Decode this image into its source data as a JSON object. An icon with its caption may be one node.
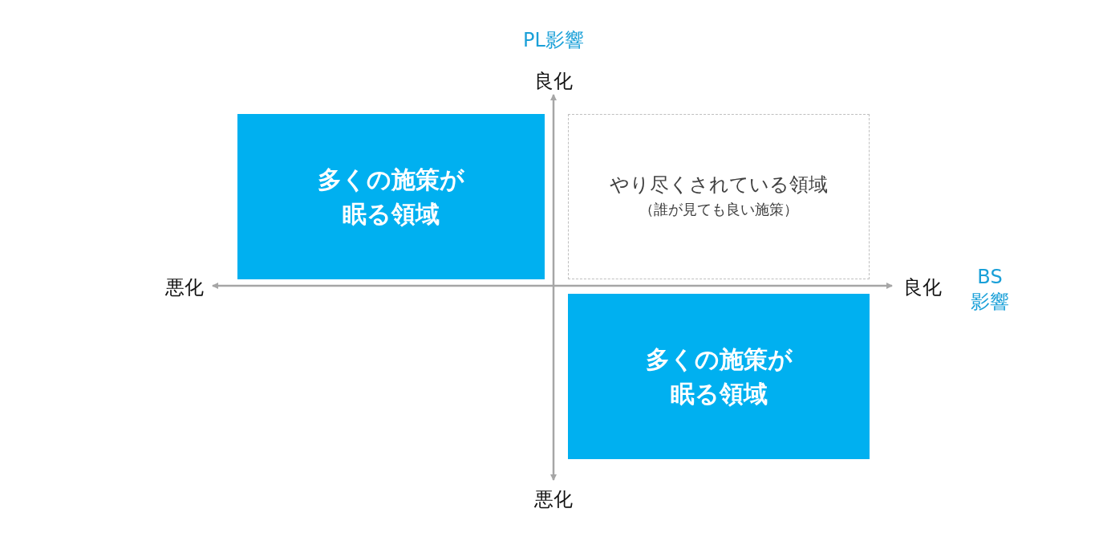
{
  "diagram": {
    "nodes": [
      {
        "text": [
          "多くの施策が眠る領域"
        ]
      },
      {
        "text": [
          "やり尽くされている領域",
          "（誰が見ても良い施策）"
        ]
      },
      {
        "text": [
          "多くの施策が眠る領域"
        ]
      }
    ],
    "labels": [
      "PL影響",
      "良化",
      "悪化",
      "良化",
      "BS影響",
      "悪化"
    ]
  }
}
